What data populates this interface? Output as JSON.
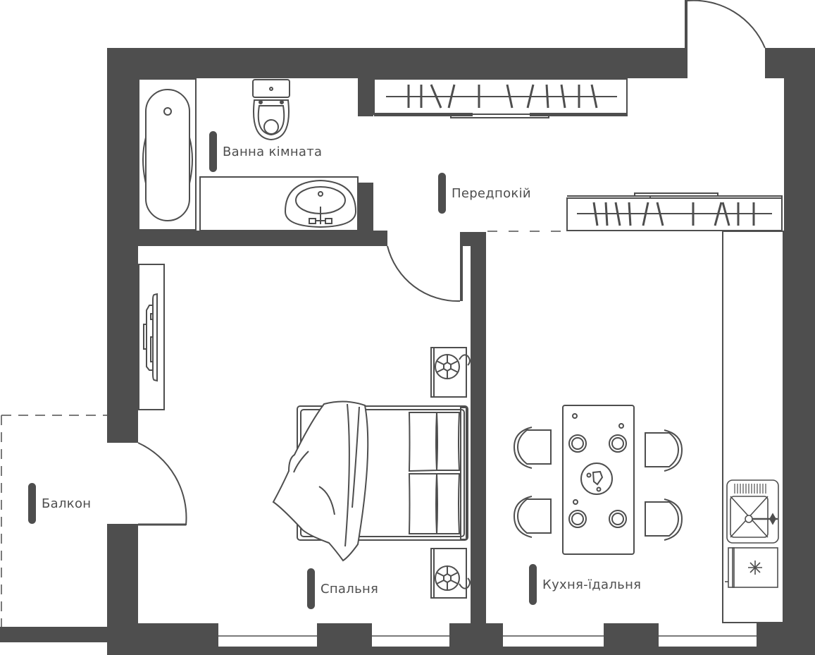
{
  "plan": {
    "wall_color": "#4e4e4e",
    "line_color": "#4e4e4e",
    "background": "#ffffff"
  },
  "rooms": {
    "bathroom": {
      "label": "Ванна кімната"
    },
    "hallway": {
      "label": "Передпокій"
    },
    "balcony": {
      "label": "Балкон"
    },
    "bedroom": {
      "label": "Спальня"
    },
    "kitchen_dining": {
      "label": "Кухня-їдальня"
    }
  },
  "icons": {
    "bathtub": "bathtub-icon",
    "toilet": "toilet-icon",
    "sink": "sink-icon",
    "wardrobe": "wardrobe-icon",
    "tv": "tv-unit-icon",
    "bed": "double-bed-icon",
    "nightstand": "nightstand-lamp-icon",
    "dining_table": "dining-table-icon",
    "chair": "chair-icon",
    "cooktop": "cooktop-icon",
    "fridge": "fridge-icon",
    "door": "door-swing-icon"
  }
}
